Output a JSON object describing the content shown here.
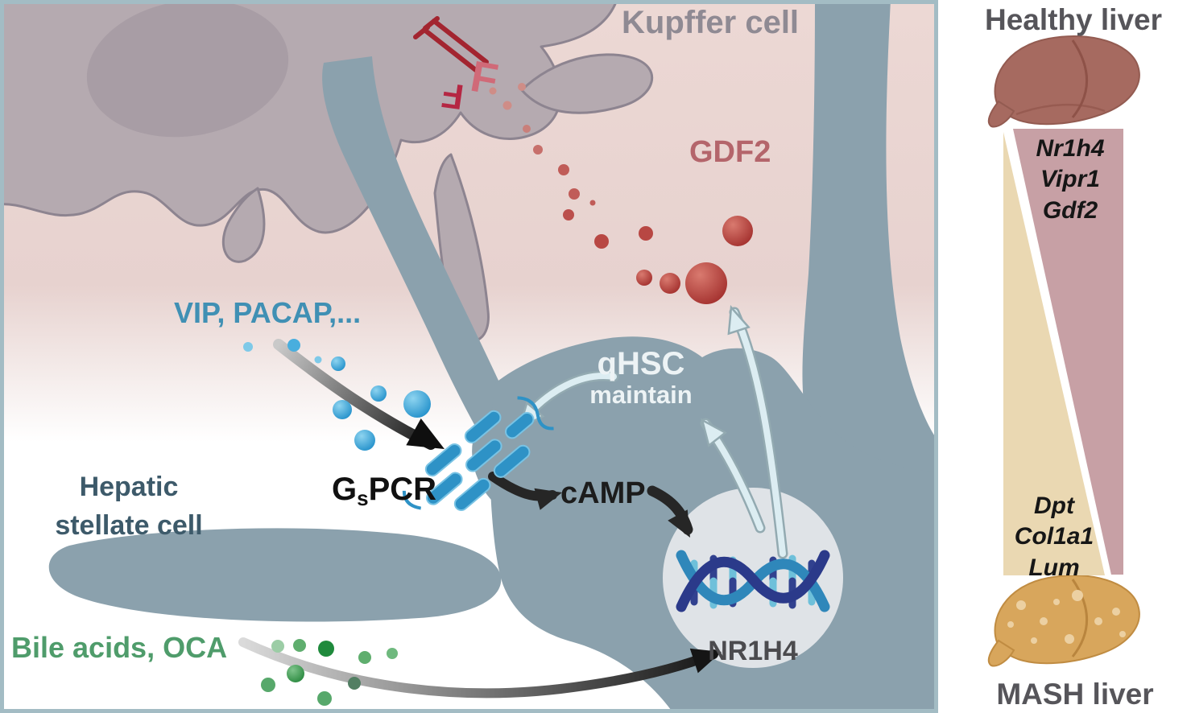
{
  "main_panel": {
    "labels": {
      "kupffer_cell": "Kupffer cell",
      "gdf2": "GDF2",
      "vip_pacap": "VIP, PACAP,...",
      "hepatic_line1": "Hepatic",
      "hepatic_line2": "stellate cell",
      "gspcr_g": "G",
      "gspcr_sub": "s",
      "gspcr_rest": "PCR",
      "camp": "cAMP",
      "qhsc": "qHSC",
      "qhsc_maintain": "maintain",
      "nr1h4": "NR1H4",
      "bile_acids": "Bile acids, OCA"
    },
    "colors": {
      "panel_border": "#a3bcc4",
      "background_pink": "#ebd6d2",
      "kupffer_gray": "#b5aab0",
      "kupffer_outline": "#8d8490",
      "stellate_gray": "#8ba1ad",
      "nr1h4_circle": "#dfe3e7",
      "gdf2_red": "#a93431",
      "vip_blue": "#2f9bd2",
      "bile_green": "#39964c",
      "receptor_blue": "#2e92c6",
      "dna_navy": "#2b3a8a",
      "dna_blue": "#2f87ba",
      "pale_arrow": "#dcedf2"
    }
  },
  "right_panel": {
    "healthy_label": "Healthy liver",
    "mash_label": "MASH liver",
    "genes_high": [
      "Nr1h4",
      "Vipr1",
      "Gdf2"
    ],
    "genes_low": [
      "Dpt",
      "Col1a1",
      "Lum"
    ],
    "colors": {
      "healthy_liver": "#a66a60",
      "mash_liver": "#d8a65c",
      "triangle_pink": "#c7a0a5",
      "triangle_tan": "#ead8b2"
    }
  }
}
